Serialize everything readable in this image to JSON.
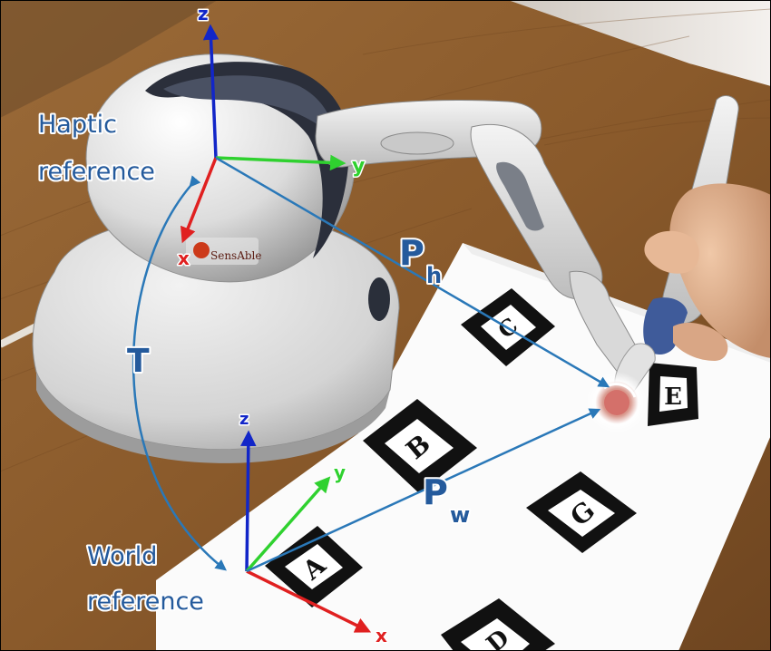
{
  "labels": {
    "haptic_line1": "Haptic",
    "haptic_line2": "reference",
    "world_line1": "World",
    "world_line2": "reference",
    "haptic_x": "x",
    "haptic_y": "y",
    "haptic_z": "z",
    "world_x": "x",
    "world_y": "y",
    "world_z": "z",
    "transform": "T",
    "ph_main": "P",
    "ph_sub": "h",
    "pw_main": "P",
    "pw_sub": "w",
    "device_brand": "SensAble"
  },
  "markers": [
    "A",
    "B",
    "C",
    "D",
    "E",
    "G"
  ],
  "colors": {
    "axis_x": "#e02020",
    "axis_y": "#2fd12f",
    "axis_z": "#1226c8",
    "vector": "#2a78b8",
    "label_text": "#245a9c",
    "table": "#8a5a2b",
    "wall": "#efe9e2",
    "paper": "#fbfbfb"
  }
}
